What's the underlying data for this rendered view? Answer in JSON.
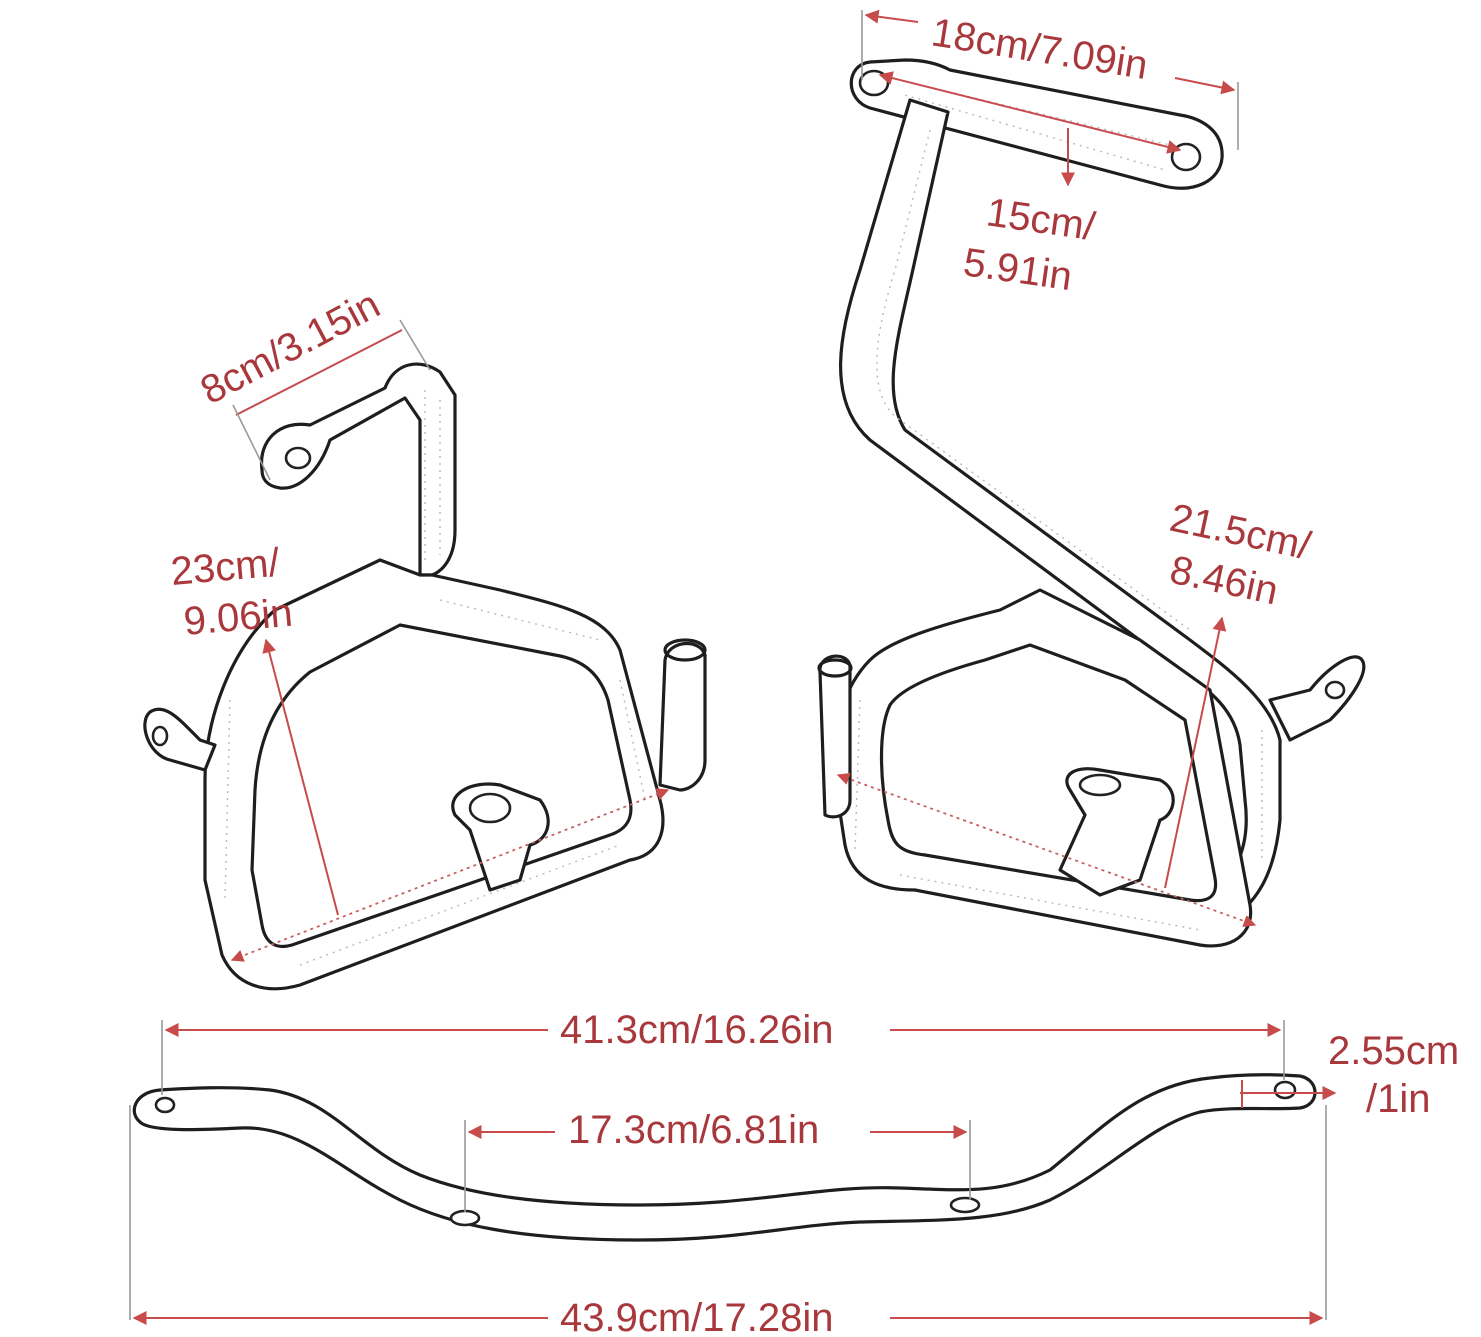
{
  "dimensions": {
    "bracket_width": "18cm/7.09in",
    "bracket_hole_spacing_line1": "15cm/",
    "bracket_hole_spacing_line2": "5.91in",
    "left_tab_width": "8cm/3.15in",
    "left_height_line1": "23cm/",
    "left_height_line2": "9.06in",
    "right_height_line1": "21.5cm/",
    "right_height_line2": "8.46in",
    "bar_hole_span": "41.3cm/16.26in",
    "bar_end_line1": "2.55cm",
    "bar_end_line2": "/1in",
    "bar_mid_holes": "17.3cm/6.81in",
    "bar_total_length": "43.9cm/17.28in"
  },
  "colors": {
    "dimension_text": "#a8383c",
    "dimension_line": "#c84b4b",
    "outline": "#1e1e1e",
    "background": "#ffffff"
  }
}
